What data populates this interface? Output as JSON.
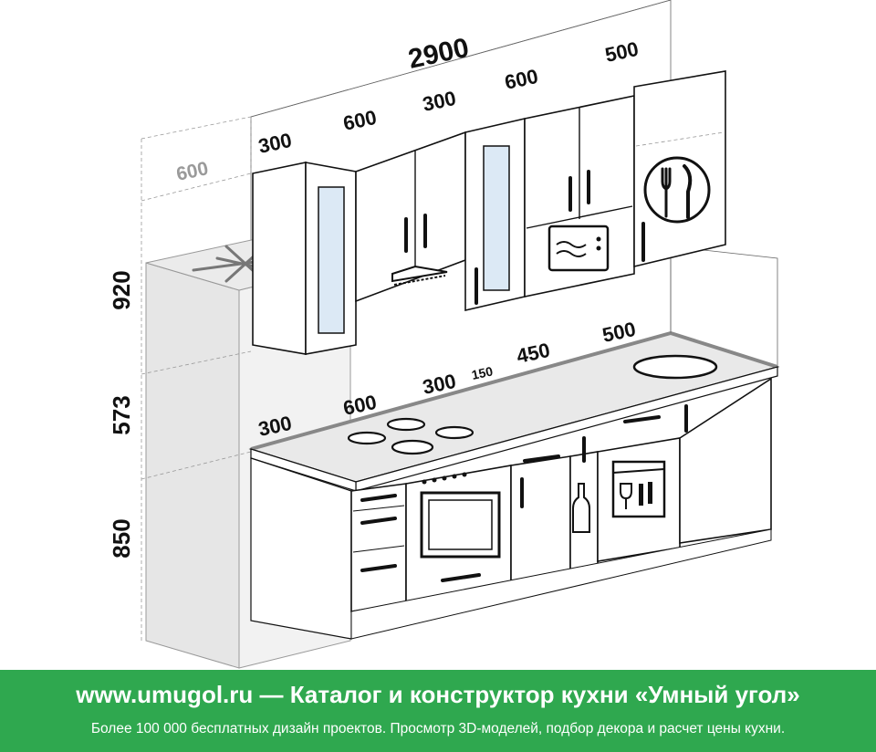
{
  "diagram": {
    "total_width": "2900",
    "upper_widths": [
      "300",
      "600",
      "300",
      "600",
      "500"
    ],
    "lower_widths": [
      "300",
      "600",
      "300",
      "150",
      "450",
      "500"
    ],
    "fridge_depth": "600",
    "heights": [
      "920",
      "573",
      "850"
    ]
  },
  "banner": {
    "title": "www.umugol.ru — Каталог и конструктор кухни «Умный угол»",
    "subtitle": "Более 100 000 бесплатных дизайн проектов. Просмотр 3D-моделей, подбор декора и расчет цены кухни."
  },
  "colors": {
    "banner": "#2fa84f",
    "glass": "#dce9f5",
    "countertop": "#c8c8c8",
    "fridge": "#ededed"
  },
  "icons": [
    "snowflake-icon",
    "cooktop-icon",
    "range-hood-icon",
    "microwave-icon",
    "oven-icon",
    "bottle-icon",
    "dishwasher-icon",
    "fork-knife-icon",
    "sink-icon"
  ]
}
